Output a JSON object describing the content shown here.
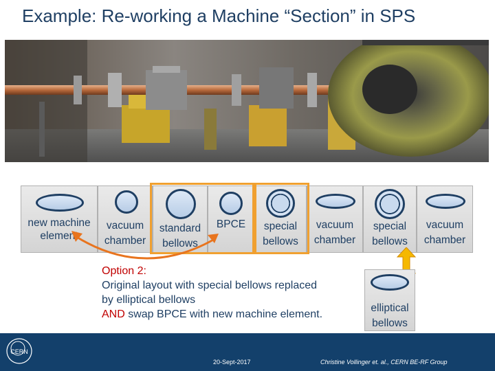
{
  "slide": {
    "title": "Example: Re-working a Machine “Section” in SPS"
  },
  "elements": [
    {
      "label_line1": "new machine",
      "label_line2": "element",
      "shape": "ellipse"
    },
    {
      "label_line1": "vacuum",
      "label_line2": "chamber",
      "shape": "circle"
    },
    {
      "label_line1": "standard",
      "label_line2": "bellows",
      "shape": "circle"
    },
    {
      "label_line1": "BPCE",
      "label_line2": "",
      "shape": "circle"
    },
    {
      "label_line1": "special",
      "label_line2": "bellows",
      "shape": "ring"
    },
    {
      "label_line1": "vacuum",
      "label_line2": "chamber",
      "shape": "ellipse"
    },
    {
      "label_line1": "special",
      "label_line2": "bellows",
      "shape": "ring"
    },
    {
      "label_line1": "vacuum",
      "label_line2": "chamber",
      "shape": "ellipse"
    }
  ],
  "replacement": {
    "label_line1": "elliptical",
    "label_line2": "bellows",
    "shape": "ellipse"
  },
  "option": {
    "heading": "Option 2:",
    "line1": "Original layout with special bellows replaced",
    "line2": "by elliptical bellows",
    "line3_highlight": "AND",
    "line3_rest": " swap BPCE with new machine element."
  },
  "footer": {
    "date": "20-Sept-2017",
    "author": "Christine Vollinger et. al., CERN BE-RF Group",
    "logo_text": "CERN"
  },
  "colors": {
    "title": "#1f3f63",
    "highlight_box": "#f0a030",
    "arrow": "#e8741e",
    "vertical_arrow": "#f5b800",
    "and_text": "#c00000",
    "footer_bg": "#13406b"
  }
}
